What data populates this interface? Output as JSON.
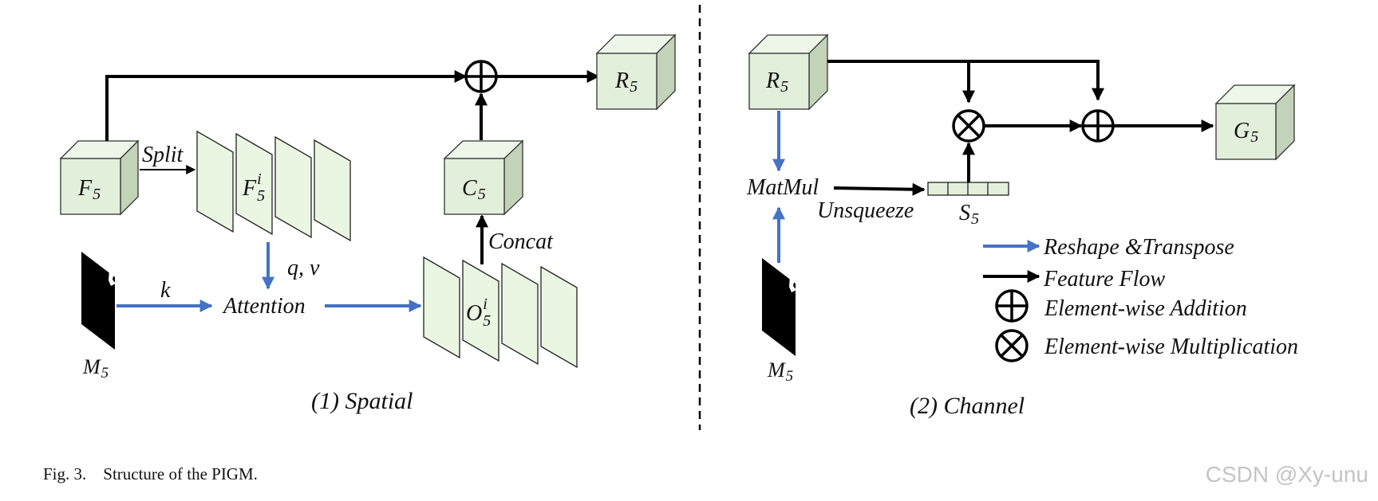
{
  "spatial": {
    "title": "(1) Spatial",
    "f5": "F",
    "f5_sub": "5",
    "split": "Split",
    "f5i": "F",
    "f5i_sub": "5",
    "f5i_sup": "i",
    "m5": "M",
    "m5_sub": "5",
    "k": "k",
    "qv": "q, v",
    "attention": "Attention",
    "o5i": "O",
    "o5i_sub": "5",
    "o5i_sup": "i",
    "concat": "Concat",
    "c5": "C",
    "c5_sub": "5",
    "r5": "R",
    "r5_sub": "5"
  },
  "channel": {
    "title": "(2) Channel",
    "r5": "R",
    "r5_sub": "5",
    "matmul": "MatMul",
    "unsqueeze": "Unsqueeze",
    "s5": "S",
    "s5_sub": "5",
    "m5": "M",
    "m5_sub": "5",
    "g5": "G",
    "g5_sub": "5"
  },
  "legend": {
    "reshape": "Reshape &Transpose",
    "feature_flow": "Feature Flow",
    "addition": "Element-wise Addition",
    "multiplication": "Element-wise Multiplication"
  },
  "caption": "Fig. 3.    Structure of the PIGM.",
  "watermark": "CSDN @Xy-unu",
  "colors": {
    "blue_arrow": "#4472c4",
    "cube_fill": "#e2efdb",
    "slab_fill": "#eaf5e2"
  }
}
